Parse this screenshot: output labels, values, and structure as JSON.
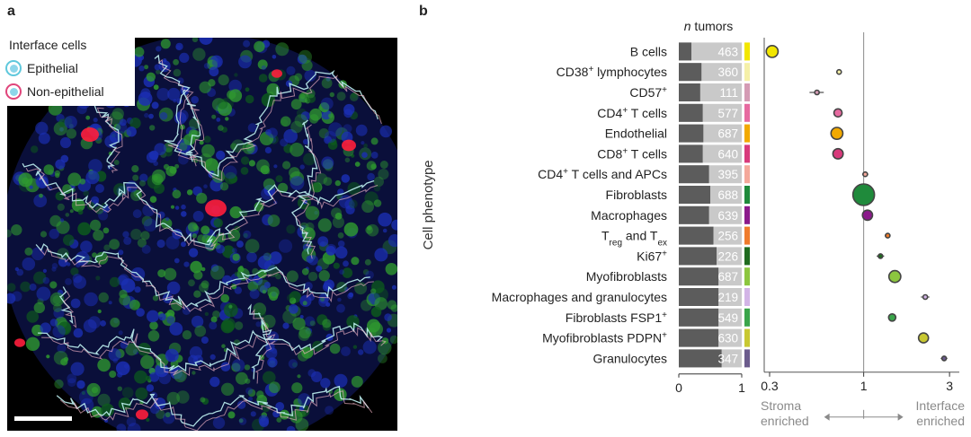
{
  "panel_a": {
    "letter": "a",
    "legend": {
      "title": "Interface cells",
      "items": [
        {
          "label": "Epithelial",
          "ring_color": "#5fc8dc"
        },
        {
          "label": "Non-epithelial",
          "ring_color": "#e0457b"
        }
      ]
    },
    "colors": {
      "background": "#000000",
      "epithelial_outline": "#bff2f2",
      "non_epithelial_outline": "#f4b6c8",
      "nuclei": "#1b2fb4",
      "stroma": "#2f9a2f",
      "red_signal": "#ff1e3c"
    }
  },
  "panel_b": {
    "letter": "b"
  },
  "chart_data": {
    "type": "bar",
    "header": {
      "italic": "n",
      "text": " tumors"
    },
    "ylabel": "Cell phenotype",
    "categories": [
      {
        "parts": [
          {
            "t": "B cells"
          }
        ]
      },
      {
        "parts": [
          {
            "t": "CD38"
          },
          {
            "t": "+",
            "sup": true
          },
          {
            "t": " lymphocytes"
          }
        ]
      },
      {
        "parts": [
          {
            "t": "CD57"
          },
          {
            "t": "+",
            "sup": true
          }
        ]
      },
      {
        "parts": [
          {
            "t": "CD4"
          },
          {
            "t": "+",
            "sup": true
          },
          {
            "t": " T cells"
          }
        ]
      },
      {
        "parts": [
          {
            "t": "Endothelial"
          }
        ]
      },
      {
        "parts": [
          {
            "t": "CD8"
          },
          {
            "t": "+",
            "sup": true
          },
          {
            "t": " T cells"
          }
        ]
      },
      {
        "parts": [
          {
            "t": "CD4"
          },
          {
            "t": "+",
            "sup": true
          },
          {
            "t": " T cells and APCs"
          }
        ]
      },
      {
        "parts": [
          {
            "t": "Fibroblasts"
          }
        ]
      },
      {
        "parts": [
          {
            "t": "Macrophages"
          }
        ]
      },
      {
        "parts": [
          {
            "t": "T"
          },
          {
            "t": "reg",
            "sub": true
          },
          {
            "t": " and T"
          },
          {
            "t": "ex",
            "sub": true
          }
        ]
      },
      {
        "parts": [
          {
            "t": "Ki67"
          },
          {
            "t": "+",
            "sup": true
          }
        ]
      },
      {
        "parts": [
          {
            "t": "Myofibroblasts"
          }
        ]
      },
      {
        "parts": [
          {
            "t": "Macrophages and granulocytes"
          }
        ]
      },
      {
        "parts": [
          {
            "t": "Fibroblasts FSP1"
          },
          {
            "t": "+",
            "sup": true
          }
        ]
      },
      {
        "parts": [
          {
            "t": "Myofibroblasts PDPN"
          },
          {
            "t": "+",
            "sup": true
          }
        ]
      },
      {
        "parts": [
          {
            "t": "Granulocytes"
          }
        ]
      }
    ],
    "n_tumors": [
      "463",
      "360",
      "111",
      "577",
      "687",
      "640",
      "395",
      "688",
      "639",
      "256",
      "226",
      "687",
      "219",
      "549",
      "630",
      "347"
    ],
    "dark_fraction": [
      0.2,
      0.36,
      0.34,
      0.38,
      0.39,
      0.38,
      0.48,
      0.5,
      0.48,
      0.55,
      0.6,
      0.63,
      0.63,
      0.63,
      0.63,
      0.68
    ],
    "category_colors": [
      "#f2e600",
      "#f5f0a8",
      "#d49bb4",
      "#e66aa0",
      "#f2a900",
      "#d83a7b",
      "#f4a89a",
      "#1f8a3b",
      "#8b1a8b",
      "#ef7b2c",
      "#1f6b1f",
      "#8cc63f",
      "#d2b4e6",
      "#3aa54a",
      "#c8c832",
      "#6b5b8c"
    ],
    "bar_axis": {
      "ticks": [
        "0",
        "1"
      ],
      "range": [
        0,
        1
      ]
    },
    "dot_values": [
      0.31,
      0.73,
      0.55,
      0.72,
      0.71,
      0.72,
      1.02,
      1.0,
      1.05,
      1.36,
      1.24,
      1.49,
      2.2,
      1.44,
      2.15,
      2.8
    ],
    "dot_errors": [
      0.01,
      0.02,
      0.05,
      0.03,
      0.03,
      0.03,
      0.04,
      0.02,
      0.04,
      0.05,
      0.06,
      0.03,
      0.12,
      0.06,
      0.04,
      0.12
    ],
    "dot_sizes": [
      688,
      360,
      111,
      577,
      687,
      640,
      395,
      900,
      639,
      256,
      226,
      687,
      219,
      549,
      630,
      347
    ],
    "dot_axis": {
      "scale": "log",
      "range": [
        0.28,
        3.4
      ],
      "ticks": [
        0.3,
        1,
        3
      ],
      "tick_labels": [
        "0.3",
        "1",
        "3"
      ],
      "reference_line": 1
    },
    "annotations": {
      "left": [
        "Stroma",
        "enriched"
      ],
      "right": [
        "Interface",
        "enriched"
      ]
    }
  }
}
